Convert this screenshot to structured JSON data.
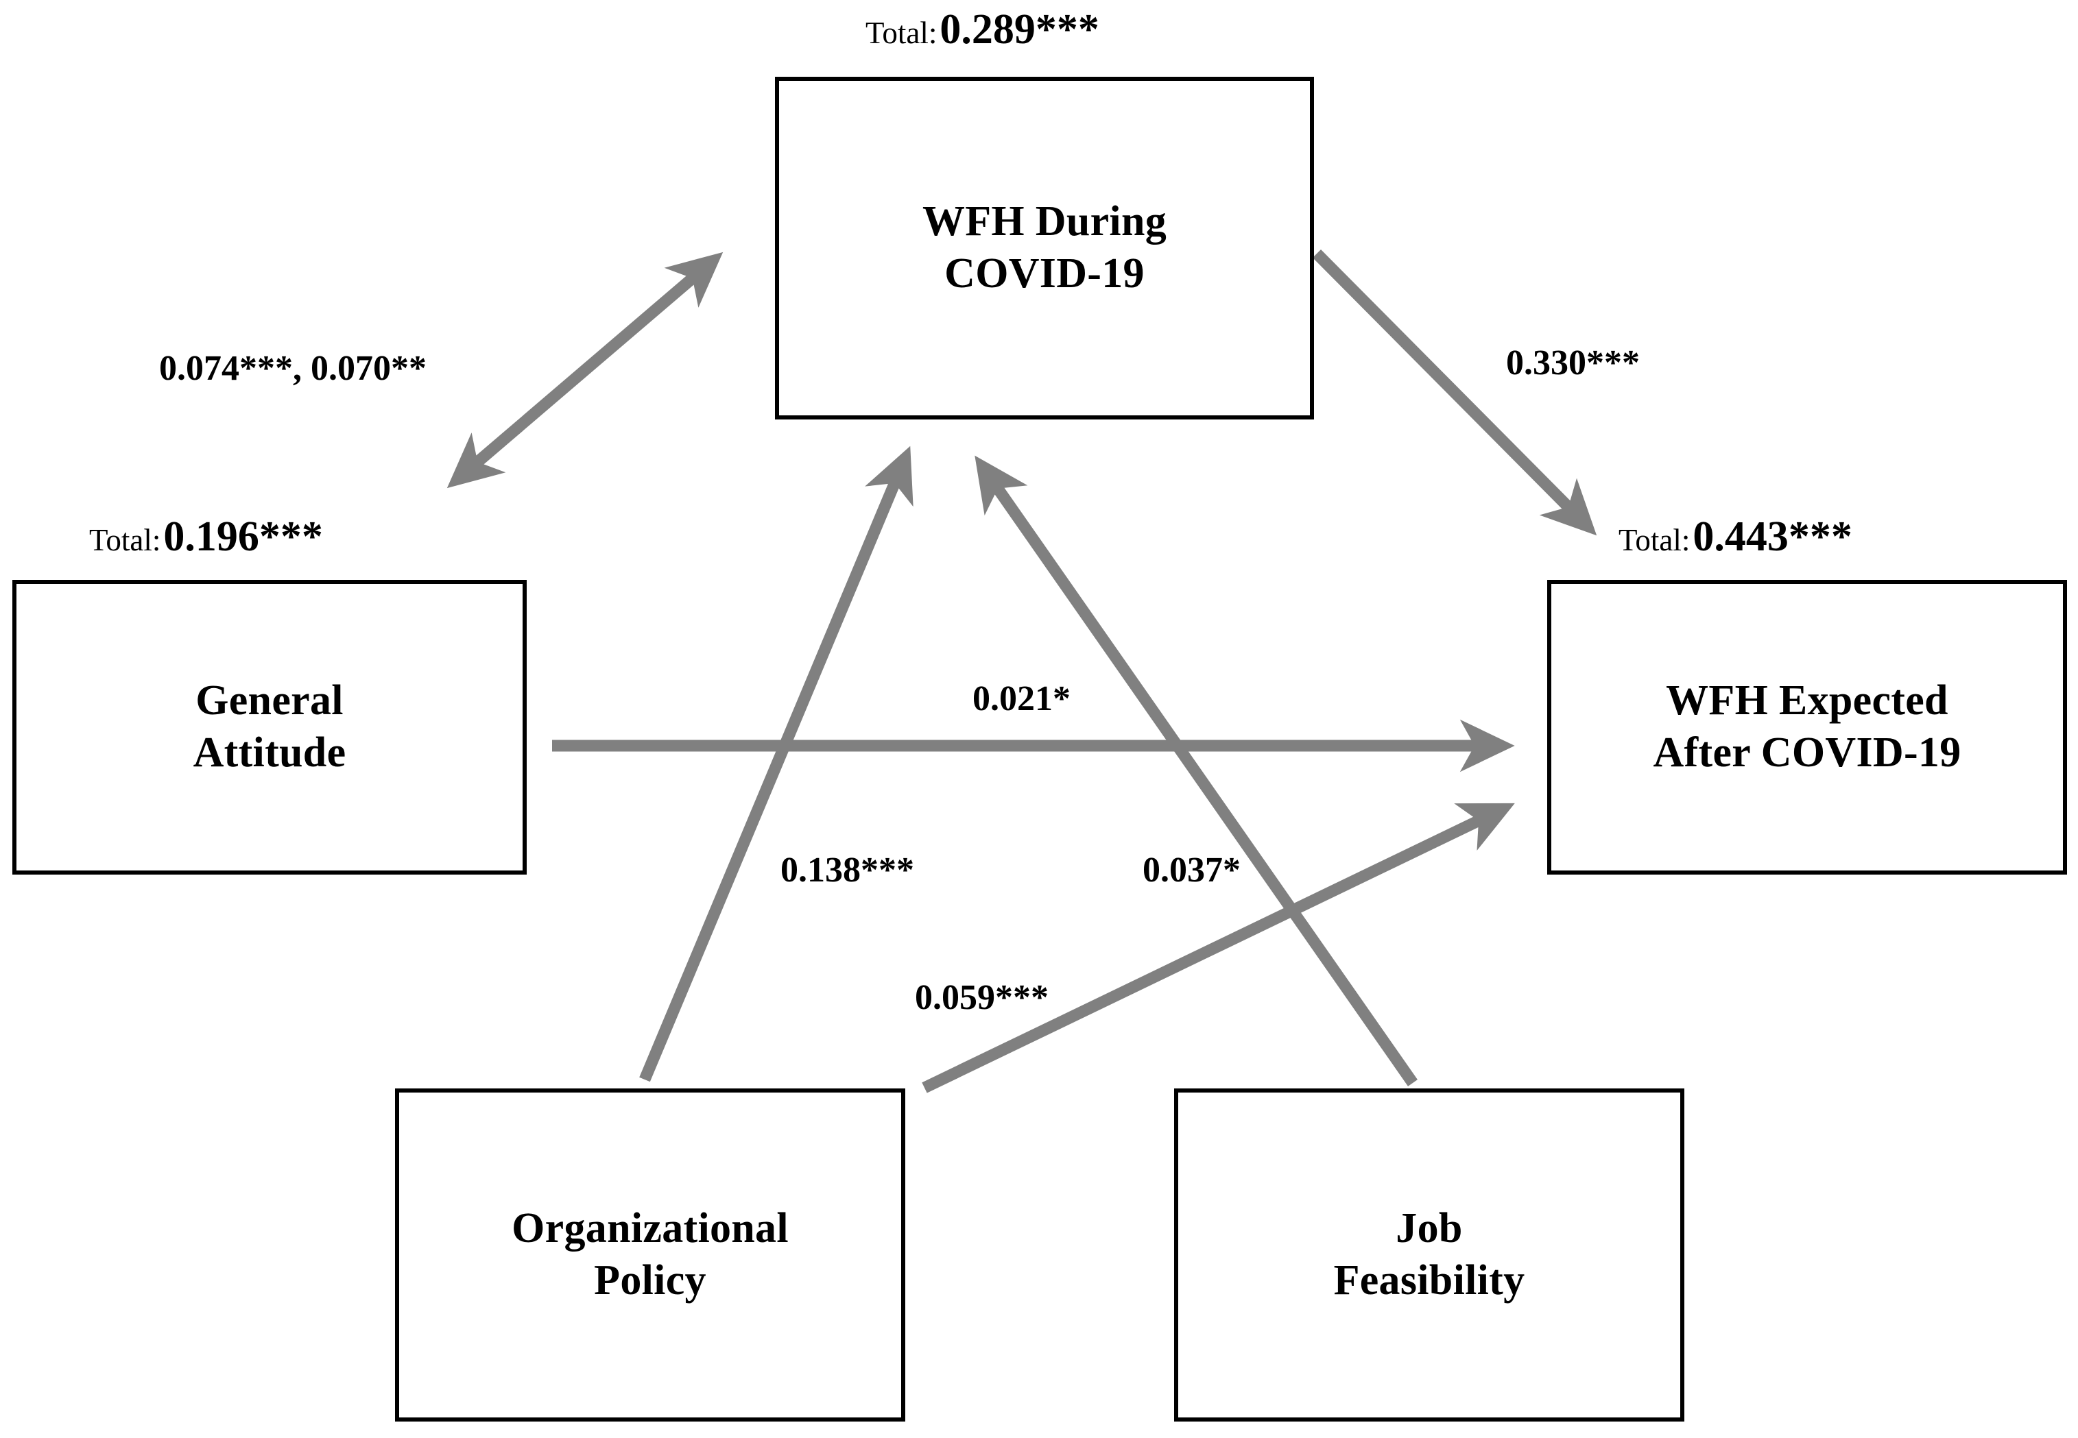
{
  "figure": {
    "type": "path-diagram",
    "title": "",
    "arrow_color": "#808080",
    "box_border_color": "#000000",
    "background": "#ffffff"
  },
  "nodes": [
    {
      "id": "wfh-during",
      "label_line1": "WFH During",
      "label_line2": "COVID-19",
      "total_word": "Total:",
      "total_value": "0.289***"
    },
    {
      "id": "general-attitude",
      "label_line1": "General",
      "label_line2": "Attitude",
      "total_word": "Total:",
      "total_value": "0.196***"
    },
    {
      "id": "wfh-expected",
      "label_line1": "WFH Expected",
      "label_line2": "After COVID-19",
      "total_word": "Total:",
      "total_value": "0.443***"
    },
    {
      "id": "organizational-policy",
      "label_line1": "Organizational",
      "label_line2": "Policy",
      "total_word": "",
      "total_value": ""
    },
    {
      "id": "job-feasibility",
      "label_line1": "Job",
      "label_line2": "Feasibility",
      "total_word": "",
      "total_value": ""
    }
  ],
  "edges": [
    {
      "id": "attitude-wfh-during",
      "from": "general-attitude",
      "to": "wfh-during",
      "arrow": "double",
      "label": "0.074***, 0.070**"
    },
    {
      "id": "wfh-during-wfh-expected",
      "from": "wfh-during",
      "to": "wfh-expected",
      "arrow": "single",
      "label": "0.330***"
    },
    {
      "id": "attitude-wfh-expected",
      "from": "general-attitude",
      "to": "wfh-expected",
      "arrow": "single",
      "label": "0.021*"
    },
    {
      "id": "policy-wfh-during",
      "from": "organizational-policy",
      "to": "wfh-during",
      "arrow": "single",
      "label": "0.138***"
    },
    {
      "id": "feasibility-wfh-during",
      "from": "job-feasibility",
      "to": "wfh-during",
      "arrow": "single",
      "label": "0.037*"
    },
    {
      "id": "policy-wfh-expected",
      "from": "organizational-policy",
      "to": "wfh-expected",
      "arrow": "single",
      "label": "0.059***"
    }
  ],
  "chart_data": {
    "type": "diagram",
    "title": "",
    "node_labels": [
      "WFH During COVID-19",
      "General Attitude",
      "WFH Expected After COVID-19",
      "Organizational Policy",
      "Job Feasibility"
    ],
    "total_effects": {
      "WFH During COVID-19": 0.289,
      "General Attitude": 0.196,
      "WFH Expected After COVID-19": 0.443
    },
    "total_effect_significance": {
      "WFH During COVID-19": "***",
      "General Attitude": "***",
      "WFH Expected After COVID-19": "***"
    },
    "paths": [
      {
        "from": "General Attitude",
        "to": "WFH During COVID-19",
        "values": [
          0.074,
          0.07
        ],
        "significance": [
          "***",
          "**"
        ],
        "bidirectional": true
      },
      {
        "from": "WFH During COVID-19",
        "to": "WFH Expected After COVID-19",
        "values": [
          0.33
        ],
        "significance": [
          "***"
        ],
        "bidirectional": false
      },
      {
        "from": "General Attitude",
        "to": "WFH Expected After COVID-19",
        "values": [
          0.021
        ],
        "significance": [
          "*"
        ],
        "bidirectional": false
      },
      {
        "from": "Organizational Policy",
        "to": "WFH During COVID-19",
        "values": [
          0.138
        ],
        "significance": [
          "***"
        ],
        "bidirectional": false
      },
      {
        "from": "Job Feasibility",
        "to": "WFH During COVID-19",
        "values": [
          0.037
        ],
        "significance": [
          "*"
        ],
        "bidirectional": false
      },
      {
        "from": "Organizational Policy",
        "to": "WFH Expected After COVID-19",
        "values": [
          0.059
        ],
        "significance": [
          "***"
        ],
        "bidirectional": false
      }
    ]
  }
}
